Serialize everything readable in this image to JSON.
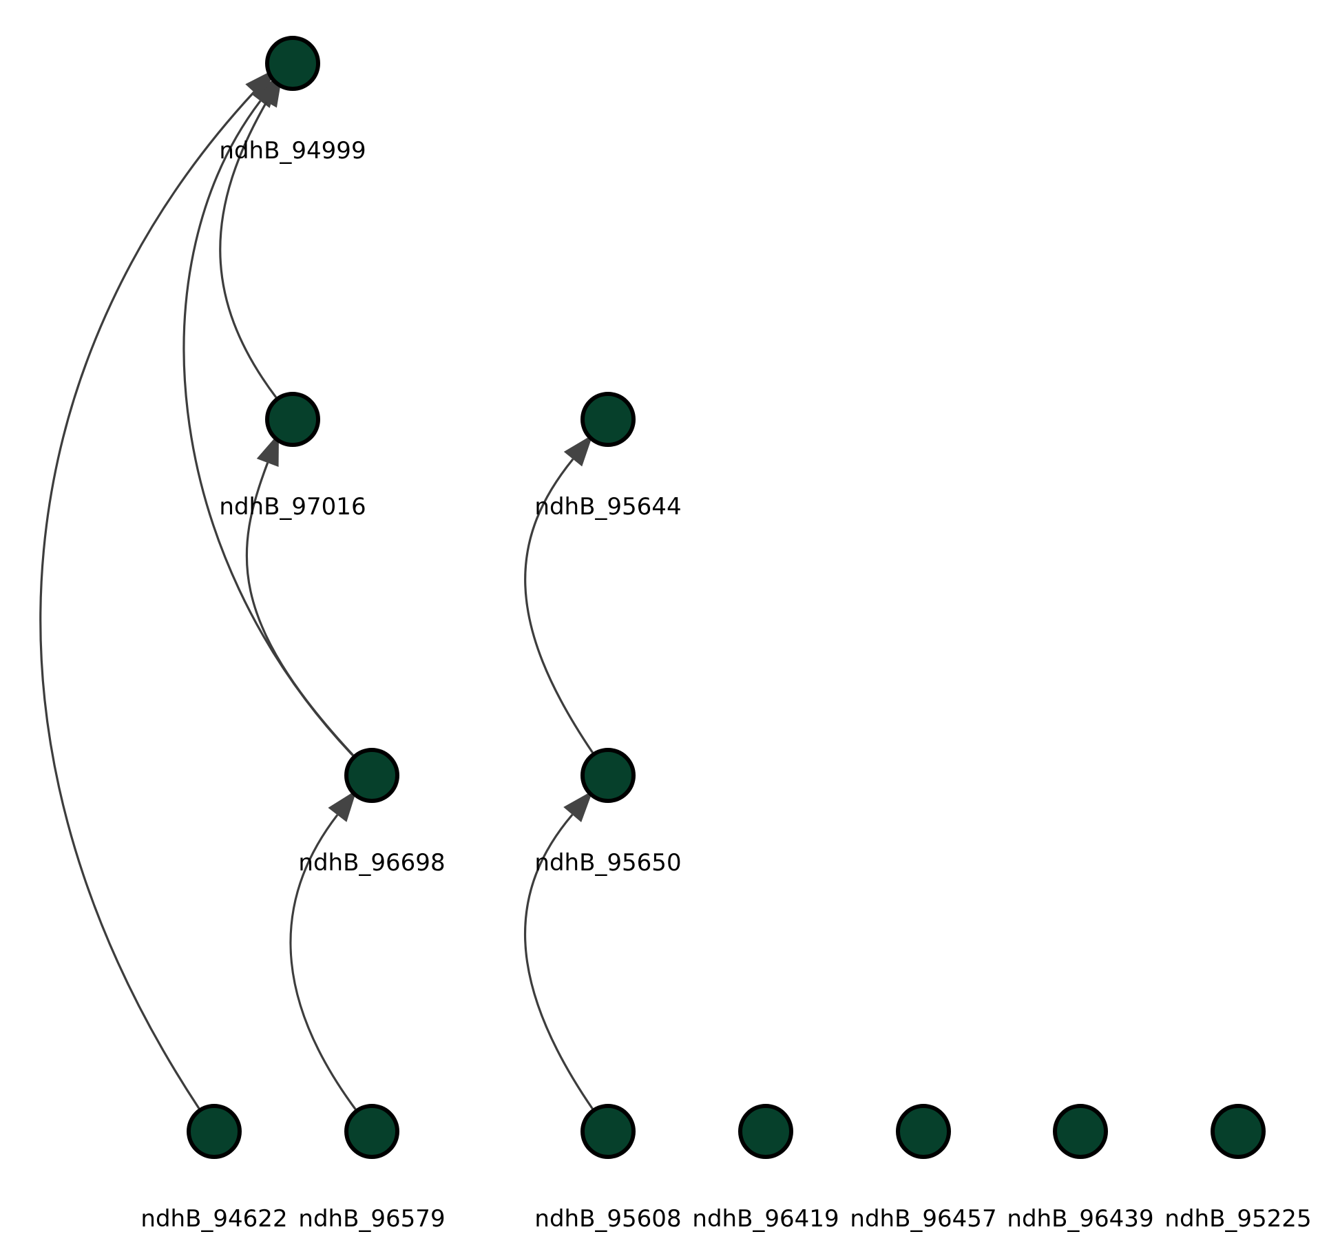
{
  "graph": {
    "node_color": "#06402b",
    "edge_color": "#3d3d3d",
    "nodes": [
      {
        "id": "ndhB_94999",
        "label": "ndhB_94999"
      },
      {
        "id": "ndhB_97016",
        "label": "ndhB_97016"
      },
      {
        "id": "ndhB_95644",
        "label": "ndhB_95644"
      },
      {
        "id": "ndhB_96698",
        "label": "ndhB_96698"
      },
      {
        "id": "ndhB_95650",
        "label": "ndhB_95650"
      },
      {
        "id": "ndhB_94622",
        "label": "ndhB_94622"
      },
      {
        "id": "ndhB_96579",
        "label": "ndhB_96579"
      },
      {
        "id": "ndhB_95608",
        "label": "ndhB_95608"
      },
      {
        "id": "ndhB_96419",
        "label": "ndhB_96419"
      },
      {
        "id": "ndhB_96457",
        "label": "ndhB_96457"
      },
      {
        "id": "ndhB_96439",
        "label": "ndhB_96439"
      },
      {
        "id": "ndhB_95225",
        "label": "ndhB_95225"
      }
    ],
    "edges": [
      {
        "from": "ndhB_94622",
        "to": "ndhB_94999"
      },
      {
        "from": "ndhB_96698",
        "to": "ndhB_94999"
      },
      {
        "from": "ndhB_97016",
        "to": "ndhB_94999"
      },
      {
        "from": "ndhB_96698",
        "to": "ndhB_97016"
      },
      {
        "from": "ndhB_96579",
        "to": "ndhB_96698"
      },
      {
        "from": "ndhB_95650",
        "to": "ndhB_95644"
      },
      {
        "from": "ndhB_95608",
        "to": "ndhB_95650"
      }
    ]
  }
}
